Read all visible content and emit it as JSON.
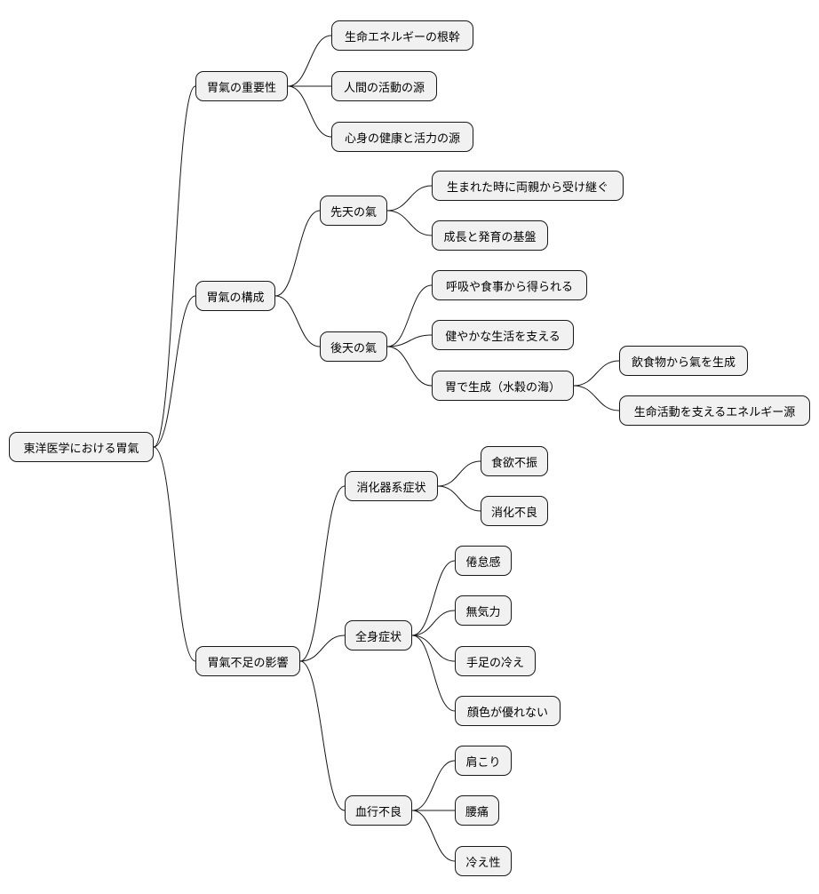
{
  "diagram": {
    "style": {
      "node_fill": "#f1f1f1",
      "node_border": "#181818",
      "edge_color": "#181818"
    },
    "nodes": {
      "root": "東洋医学における胃氣",
      "n1": "胃氣の重要性",
      "n1a": "生命エネルギーの根幹",
      "n1b": "人間の活動の源",
      "n1c": "心身の健康と活力の源",
      "n2": "胃氣の構成",
      "n2a": "先天の氣",
      "n2a1": "生まれた時に両親から受け継ぐ",
      "n2a2": "成長と発育の基盤",
      "n2b": "後天の氣",
      "n2b1": "呼吸や食事から得られる",
      "n2b2": "健やかな生活を支える",
      "n2b3": "胃で生成（水穀の海）",
      "n2b3a": "飲食物から氣を生成",
      "n2b3b": "生命活動を支えるエネルギー源",
      "n3": "胃氣不足の影響",
      "n3a": "消化器系症状",
      "n3a1": "食欲不振",
      "n3a2": "消化不良",
      "n3b": "全身症状",
      "n3b1": "倦怠感",
      "n3b2": "無気力",
      "n3b3": "手足の冷え",
      "n3b4": "顔色が優れない",
      "n3c": "血行不良",
      "n3c1": "肩こり",
      "n3c2": "腰痛",
      "n3c3": "冷え性"
    }
  }
}
